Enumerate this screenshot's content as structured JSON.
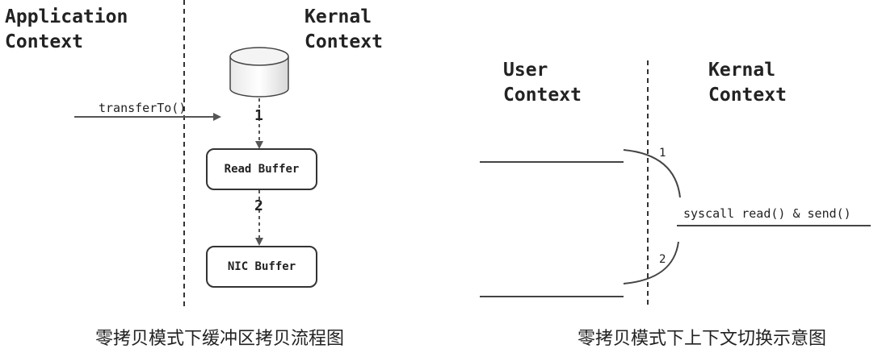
{
  "left_diagram": {
    "app_context_line1": "Application",
    "app_context_line2": "Context",
    "kernal_context_line1": "Kernal",
    "kernal_context_line2": "Context",
    "transfer_label": "transferTo()",
    "step1": "1",
    "step2": "2",
    "read_buffer": "Read Buffer",
    "nic_buffer": "NIC Buffer",
    "caption": "零拷贝模式下缓冲区拷贝流程图"
  },
  "right_diagram": {
    "user_context_line1": "User",
    "user_context_line2": "Context",
    "kernal_context_line1": "Kernal",
    "kernal_context_line2": "Context",
    "syscall_label": "syscall read() & send()",
    "step1": "1",
    "step2": "2",
    "caption": "零拷贝模式下上下文切换示意图"
  }
}
